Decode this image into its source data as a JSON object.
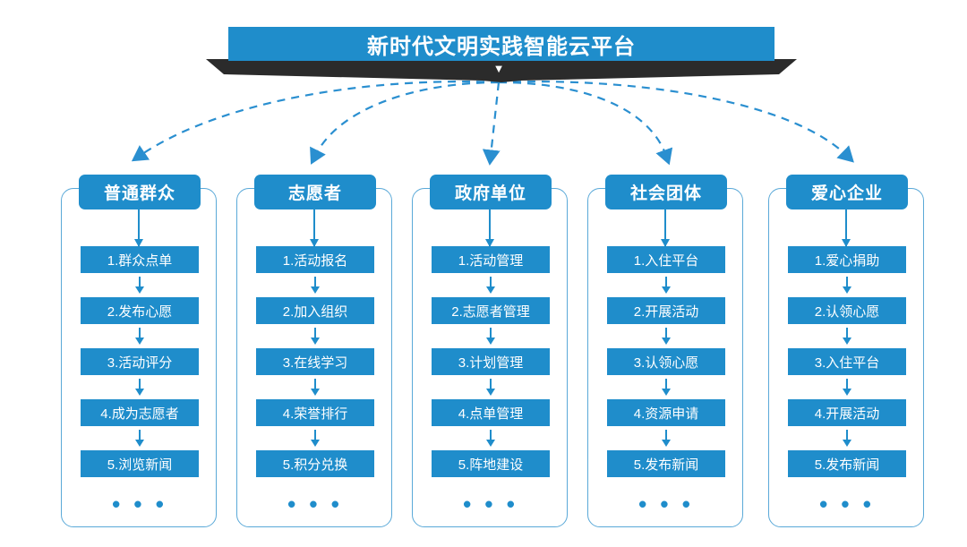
{
  "diagram": {
    "title": "新时代文明实践智能云平台",
    "ellipsis": "• • •",
    "accent_color": "#1f8dcb",
    "frame_color": "#5aa9d8",
    "shadow_color": "#2b2b2b",
    "down_chevron": "▼",
    "columns": [
      {
        "header": "普通群众",
        "items": [
          "1.群众点单",
          "2.发布心愿",
          "3.活动评分",
          "4.成为志愿者",
          "5.浏览新闻"
        ]
      },
      {
        "header": "志愿者",
        "items": [
          "1.活动报名",
          "2.加入组织",
          "3.在线学习",
          "4.荣誉排行",
          "5.积分兑换"
        ]
      },
      {
        "header": "政府单位",
        "items": [
          "1.活动管理",
          "2.志愿者管理",
          "3.计划管理",
          "4.点单管理",
          "5.阵地建设"
        ]
      },
      {
        "header": "社会团体",
        "items": [
          "1.入住平台",
          "2.开展活动",
          "3.认领心愿",
          "4.资源申请",
          "5.发布新闻"
        ]
      },
      {
        "header": "爱心企业",
        "items": [
          "1.爱心捐助",
          "2.认领心愿",
          "3.入住平台",
          "4.开展活动",
          "5.发布新闻"
        ]
      }
    ]
  }
}
